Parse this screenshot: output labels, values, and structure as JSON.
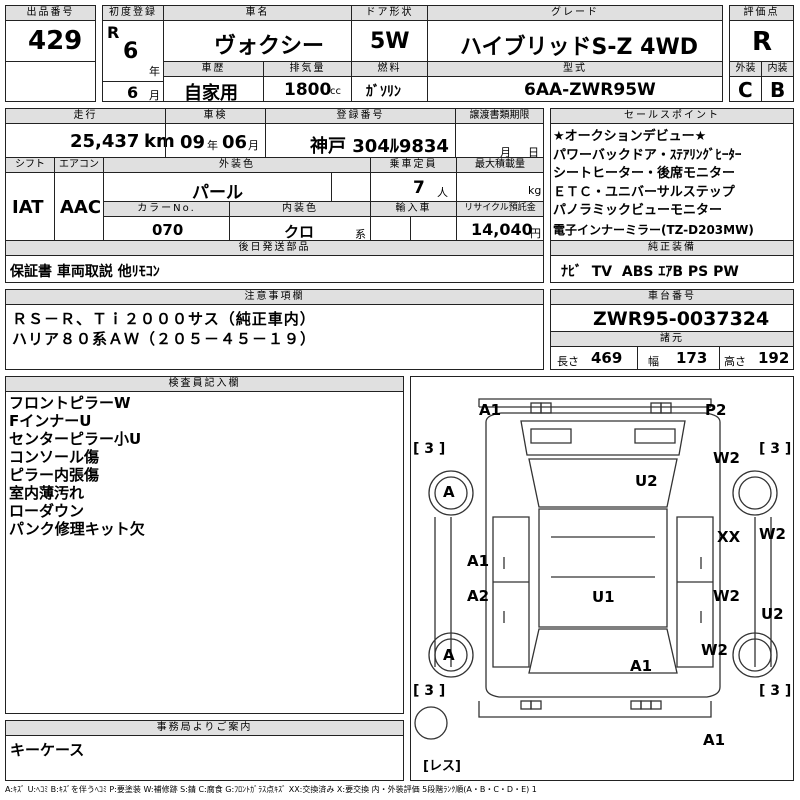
{
  "header": {
    "lot_label": "出品番号",
    "lot_value": "429",
    "first_reg_label": "初度登録",
    "era": "R",
    "year_num": "6",
    "year_unit": "年",
    "month_num": "6",
    "month_unit": "月",
    "car_name_label": "車名",
    "car_name": "ヴォクシー",
    "door_label": "ドア形状",
    "door_value": "5W",
    "grade_label": "グレード",
    "grade_value": "ハイブリッドS-Z 4WD",
    "score_label": "評価点",
    "score_value": "R",
    "history_label": "車歴",
    "history_value": "自家用",
    "displacement_label": "排気量",
    "displacement_value": "1800",
    "displacement_unit": "cc",
    "fuel_label": "燃料",
    "fuel_value": "ｶﾞｿﾘﾝ",
    "model_label": "型式",
    "model_value": "6AA-ZWR95W",
    "ext_label": "外装",
    "ext_value": "C",
    "int_label": "内装",
    "int_value": "B"
  },
  "row2": {
    "mileage_label": "走行",
    "mileage_value": "25,437",
    "mileage_unit": "km",
    "inspection_label": "車検",
    "insp_year": "09",
    "insp_year_unit": "年",
    "insp_month": "06",
    "insp_month_unit": "月",
    "reg_label": "登録番号",
    "reg_value": "神戸 304ﾙ9834",
    "transfer_label": "譲渡書類期限",
    "transfer_month": "月",
    "transfer_day": "日",
    "sales_label": "セールスポイント",
    "sales_points": [
      "★オークションデビュー★",
      "パワーバックドア・ｽﾃｱﾘﾝｸﾞﾋｰﾀｰ",
      "シートヒーター・後席モニター",
      "ＥＴＣ・ユニバーサルステップ",
      "パノラミックビューモニター",
      "電子インナーミラー(TZ-D203MW)"
    ],
    "shift_label": "シフト",
    "shift_value": "IAT",
    "ac_label": "エアコン",
    "ac_value": "AAC",
    "color_label": "外装色",
    "color_value": "パール",
    "capacity_label": "乗車定員",
    "capacity_value": "7",
    "capacity_unit": "人",
    "load_label": "最大積載量",
    "load_unit": "kg",
    "color_no_label": "カラーNo.",
    "color_no_value": "070",
    "int_color_label": "内装色",
    "int_color_value": "クロ",
    "int_color_unit": "系",
    "import_label": "輸入車",
    "recycle_label": "リサイクル預託金",
    "recycle_value": "14,040",
    "recycle_unit": "円",
    "later_label": "後日発送部品",
    "later_value": "保証書 車両取説 他ﾘﾓｺﾝ",
    "equip_label": "純正装備",
    "equip_value": "ﾅﾋﾞ  TV  ABS ｴｱB PS PW"
  },
  "notes": {
    "label": "注意事項欄",
    "lines": [
      "ＲＳ－Ｒ、Ｔｉ２０００サス（純正車内）",
      "ハリア８０系ＡＷ（２０５－４５－１９）"
    ],
    "chassis_label": "車台番号",
    "chassis_value": "ZWR95-0037324",
    "dims_label": "諸元",
    "length_label": "長さ",
    "length_value": "469",
    "width_label": "幅",
    "width_value": "173",
    "height_label": "高さ",
    "height_value": "192"
  },
  "inspector": {
    "label": "検査員記入欄",
    "lines": [
      "フロントピラーW",
      "FインナーU",
      "センターピラー小U",
      "コンソール傷",
      "ピラー内張傷",
      "室内薄汚れ",
      "ローダウン",
      "パンク修理キット欠"
    ]
  },
  "office": {
    "label": "事務局よりご案内",
    "value": "キーケース"
  },
  "diagram": {
    "marks": {
      "a1_front": "A1",
      "p2": "P2",
      "u2": "U2",
      "w2_front_right": "W2",
      "a_front_left": "A",
      "a1_left": "A1",
      "xx": "XX",
      "w2_right": "W2",
      "a2": "A2",
      "u1": "U1",
      "w2_right_rear": "W2",
      "u2_right": "U2",
      "a_rear_left": "A",
      "w2_rear_right": "W2",
      "a1_rear": "A1",
      "a1_bottom": "A1"
    },
    "brackets": {
      "tl": "[ 3 ]",
      "tr": "[ 3 ]",
      "bl": "[ 3 ]",
      "br": "[ 3 ]",
      "tire": "[レス]"
    }
  },
  "legend": "A:ｷｽﾞ U:ﾍｺﾐ B:ｷｽﾞを伴うﾍｺﾐ P:要塗装 W:補修跡 S:錆 C:腐食 G:ﾌﾛﾝﾄｶﾞﾗｽ点ｷｽﾞ XX:交換済み X:要交換  内・外装評価 5段階ﾗﾝｸ順(A・B・C・D・E) 1"
}
